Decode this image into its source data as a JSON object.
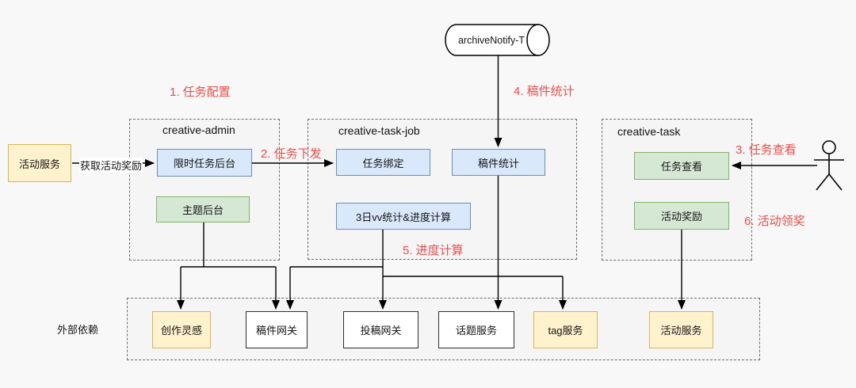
{
  "diagram": {
    "queue_label": "archiveNotify-T",
    "containers": {
      "admin": "creative-admin",
      "taskjob": "creative-task-job",
      "task": "creative-task",
      "external_label": "外部依赖"
    },
    "nodes": {
      "activity_service_left": "活动服务",
      "limited_task_admin": "限时任务后台",
      "theme_admin": "主题后台",
      "task_bind": "任务绑定",
      "archive_stat": "稿件统计",
      "vv_progress": "3日vv统计&进度计算",
      "task_view": "任务查看",
      "activity_reward": "活动奖励",
      "creation_inspiration": "创作灵感",
      "archive_gateway": "稿件网关",
      "submit_gateway": "投稿网关",
      "topic_service": "话题服务",
      "tag_service": "tag服务",
      "activity_service_bottom": "活动服务"
    },
    "edge_labels": {
      "get_reward": "获取活动奖励"
    },
    "steps": {
      "s1": "1. 任务配置",
      "s2": "2. 任务下发",
      "s3": "3. 任务查看",
      "s4": "4. 稿件统计",
      "s5": "5. 进度计算",
      "s6": "6. 活动领奖"
    },
    "colors": {
      "yellow_fill": "#FFF2CC",
      "yellow_stroke": "#D6B656",
      "blue_fill": "#DAE8FC",
      "blue_stroke": "#6C8EBF",
      "green_fill": "#D5E8D4",
      "green_stroke": "#82B366",
      "white_fill": "#FFFFFF",
      "container_fill": "#F5F5F5",
      "container_stroke": "#6E6E6E",
      "step_red": "#EE4F4A",
      "line": "#000000",
      "background": "#F8F8F8"
    }
  }
}
